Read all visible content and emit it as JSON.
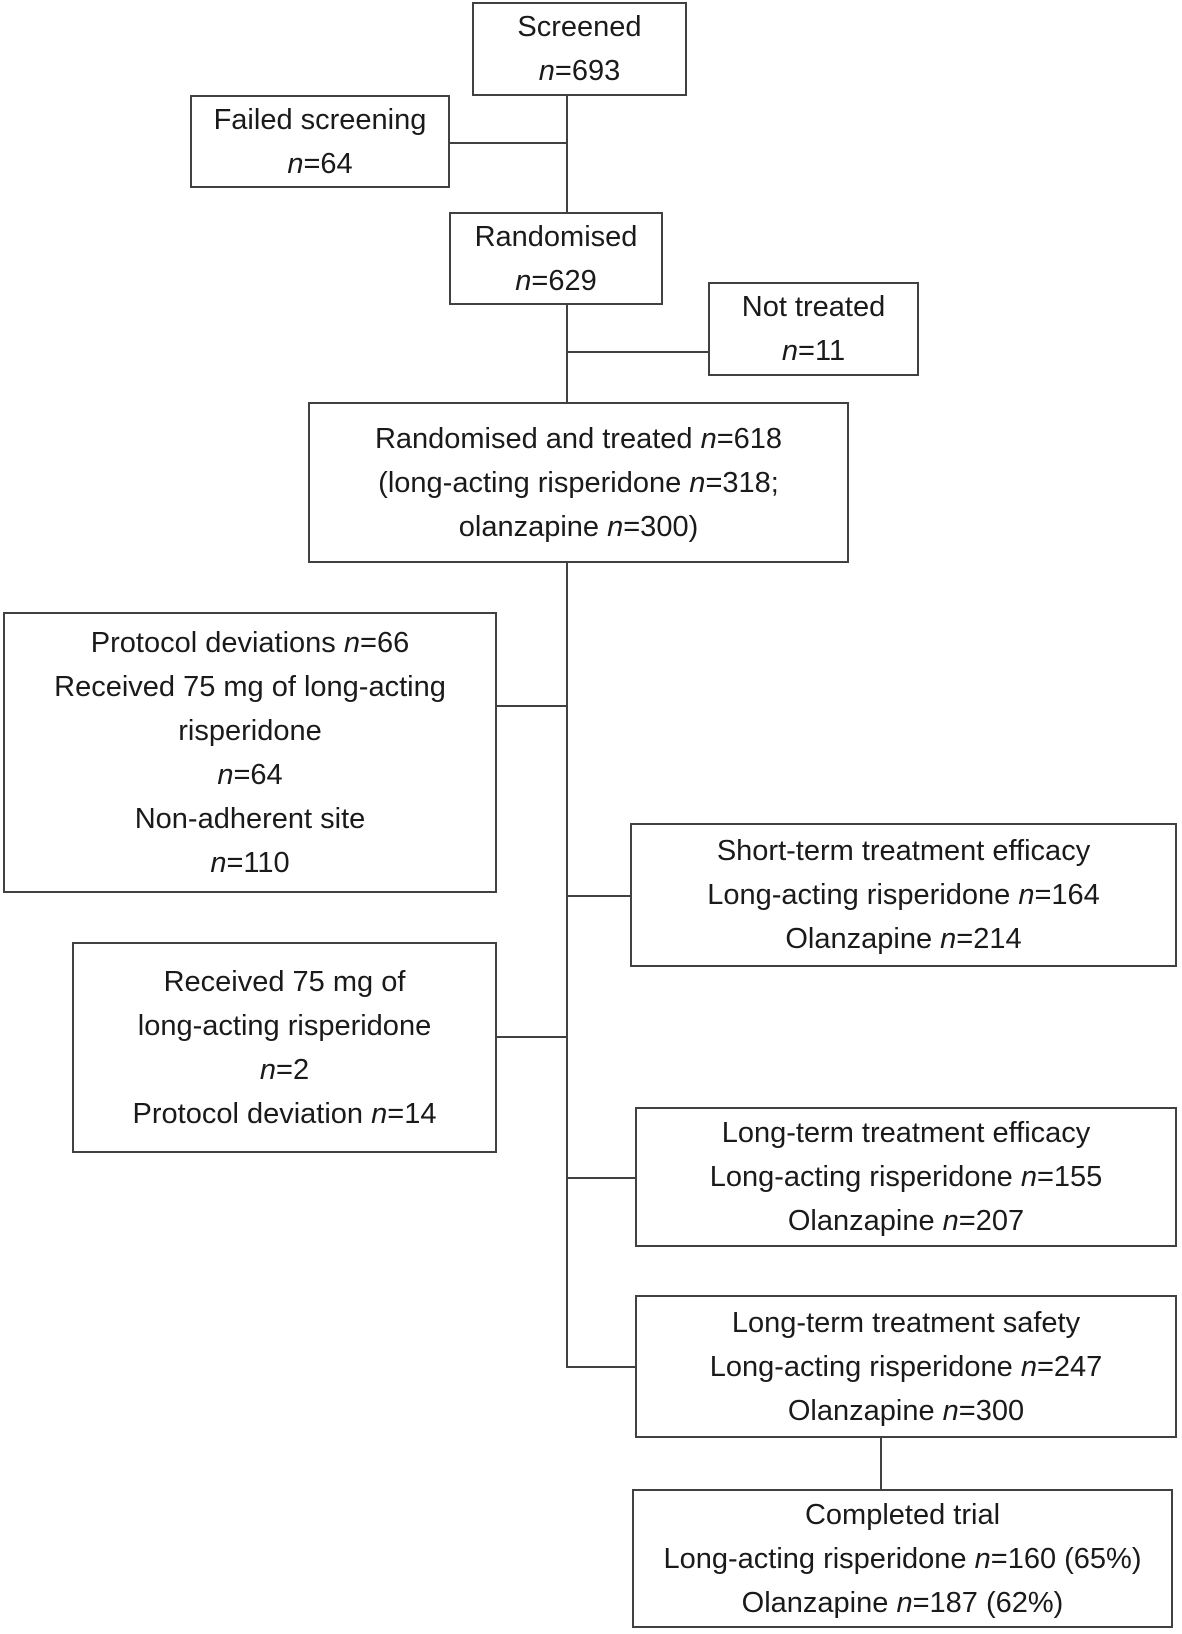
{
  "diagram": {
    "title": "Trial participant flow diagram",
    "colors": {
      "background": "#ffffff",
      "box_border": "#414141",
      "line": "#414141",
      "text": "#1a1a1a"
    },
    "boxes": {
      "screened": {
        "lines": [
          {
            "pre": "Screened",
            "n": "",
            "post": ""
          },
          {
            "pre": "",
            "n": "n",
            "post": "=693"
          }
        ]
      },
      "failed_screening": {
        "lines": [
          {
            "pre": "Failed screening",
            "n": "",
            "post": ""
          },
          {
            "pre": "",
            "n": "n",
            "post": "=64"
          }
        ]
      },
      "randomised": {
        "lines": [
          {
            "pre": "Randomised",
            "n": "",
            "post": ""
          },
          {
            "pre": "",
            "n": "n",
            "post": "=629"
          }
        ]
      },
      "not_treated": {
        "lines": [
          {
            "pre": "Not treated",
            "n": "",
            "post": ""
          },
          {
            "pre": "",
            "n": "n",
            "post": "=11"
          }
        ]
      },
      "randomised_treated": {
        "lines": [
          {
            "pre": "Randomised and treated ",
            "n": "n",
            "post": "=618"
          },
          {
            "pre": "(long-acting risperidone ",
            "n": "n",
            "post": "=318;"
          },
          {
            "pre": "olanzapine ",
            "n": "n",
            "post": "=300)"
          }
        ]
      },
      "protocol_deviations": {
        "lines": [
          {
            "pre": "Protocol deviations ",
            "n": "n",
            "post": "=66"
          },
          {
            "pre": "Received 75 mg of long-acting",
            "n": "",
            "post": ""
          },
          {
            "pre": "risperidone",
            "n": "",
            "post": ""
          },
          {
            "pre": "",
            "n": "n",
            "post": "=64"
          },
          {
            "pre": "Non-adherent site",
            "n": "",
            "post": ""
          },
          {
            "pre": "",
            "n": "n",
            "post": "=110"
          }
        ]
      },
      "short_term_efficacy": {
        "lines": [
          {
            "pre": "Short-term treatment efficacy",
            "n": "",
            "post": ""
          },
          {
            "pre": "Long-acting risperidone ",
            "n": "n",
            "post": "=164"
          },
          {
            "pre": "Olanzapine ",
            "n": "n",
            "post": "=214"
          }
        ]
      },
      "received_75": {
        "lines": [
          {
            "pre": "Received 75 mg of",
            "n": "",
            "post": ""
          },
          {
            "pre": "long-acting risperidone",
            "n": "",
            "post": ""
          },
          {
            "pre": "",
            "n": "n",
            "post": "=2"
          },
          {
            "pre": "Protocol deviation ",
            "n": "n",
            "post": "=14"
          }
        ]
      },
      "long_term_efficacy": {
        "lines": [
          {
            "pre": "Long-term treatment efficacy",
            "n": "",
            "post": ""
          },
          {
            "pre": "Long-acting risperidone ",
            "n": "n",
            "post": "=155"
          },
          {
            "pre": "Olanzapine ",
            "n": "n",
            "post": "=207"
          }
        ]
      },
      "long_term_safety": {
        "lines": [
          {
            "pre": "Long-term treatment safety",
            "n": "",
            "post": ""
          },
          {
            "pre": "Long-acting risperidone ",
            "n": "n",
            "post": "=247"
          },
          {
            "pre": "Olanzapine ",
            "n": "n",
            "post": "=300"
          }
        ]
      },
      "completed_trial": {
        "lines": [
          {
            "pre": "Completed trial",
            "n": "",
            "post": ""
          },
          {
            "pre": "Long-acting risperidone ",
            "n": "n",
            "post": "=160 (65%)"
          },
          {
            "pre": "Olanzapine ",
            "n": "n",
            "post": "=187 (62%)"
          }
        ]
      }
    },
    "edges": [
      [
        "screened",
        "failed_screening"
      ],
      [
        "screened",
        "randomised"
      ],
      [
        "randomised",
        "not_treated"
      ],
      [
        "randomised",
        "randomised_treated"
      ],
      [
        "randomised_treated",
        "protocol_deviations"
      ],
      [
        "randomised_treated",
        "short_term_efficacy"
      ],
      [
        "randomised_treated",
        "received_75"
      ],
      [
        "randomised_treated",
        "long_term_efficacy"
      ],
      [
        "randomised_treated",
        "long_term_safety"
      ],
      [
        "long_term_safety",
        "completed_trial"
      ]
    ]
  }
}
